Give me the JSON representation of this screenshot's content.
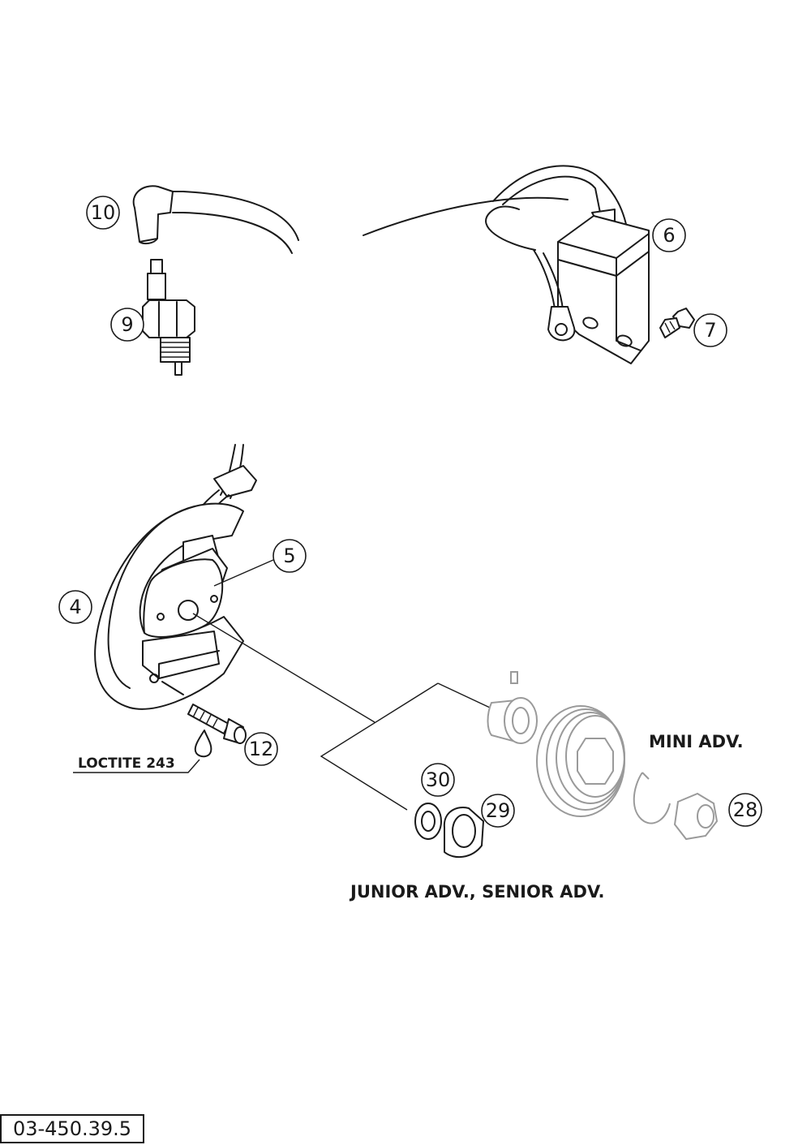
{
  "parts": {
    "p4": "4",
    "p5": "5",
    "p6": "6",
    "p7": "7",
    "p9": "9",
    "p10": "10",
    "p12": "12",
    "p28": "28",
    "p29": "29",
    "p30": "30"
  },
  "labels": {
    "loctite": "LOCTITE 243",
    "mini": "MINI ADV.",
    "junior_senior": "JUNIOR ADV., SENIOR ADV."
  },
  "reference": "03-450.39.5"
}
